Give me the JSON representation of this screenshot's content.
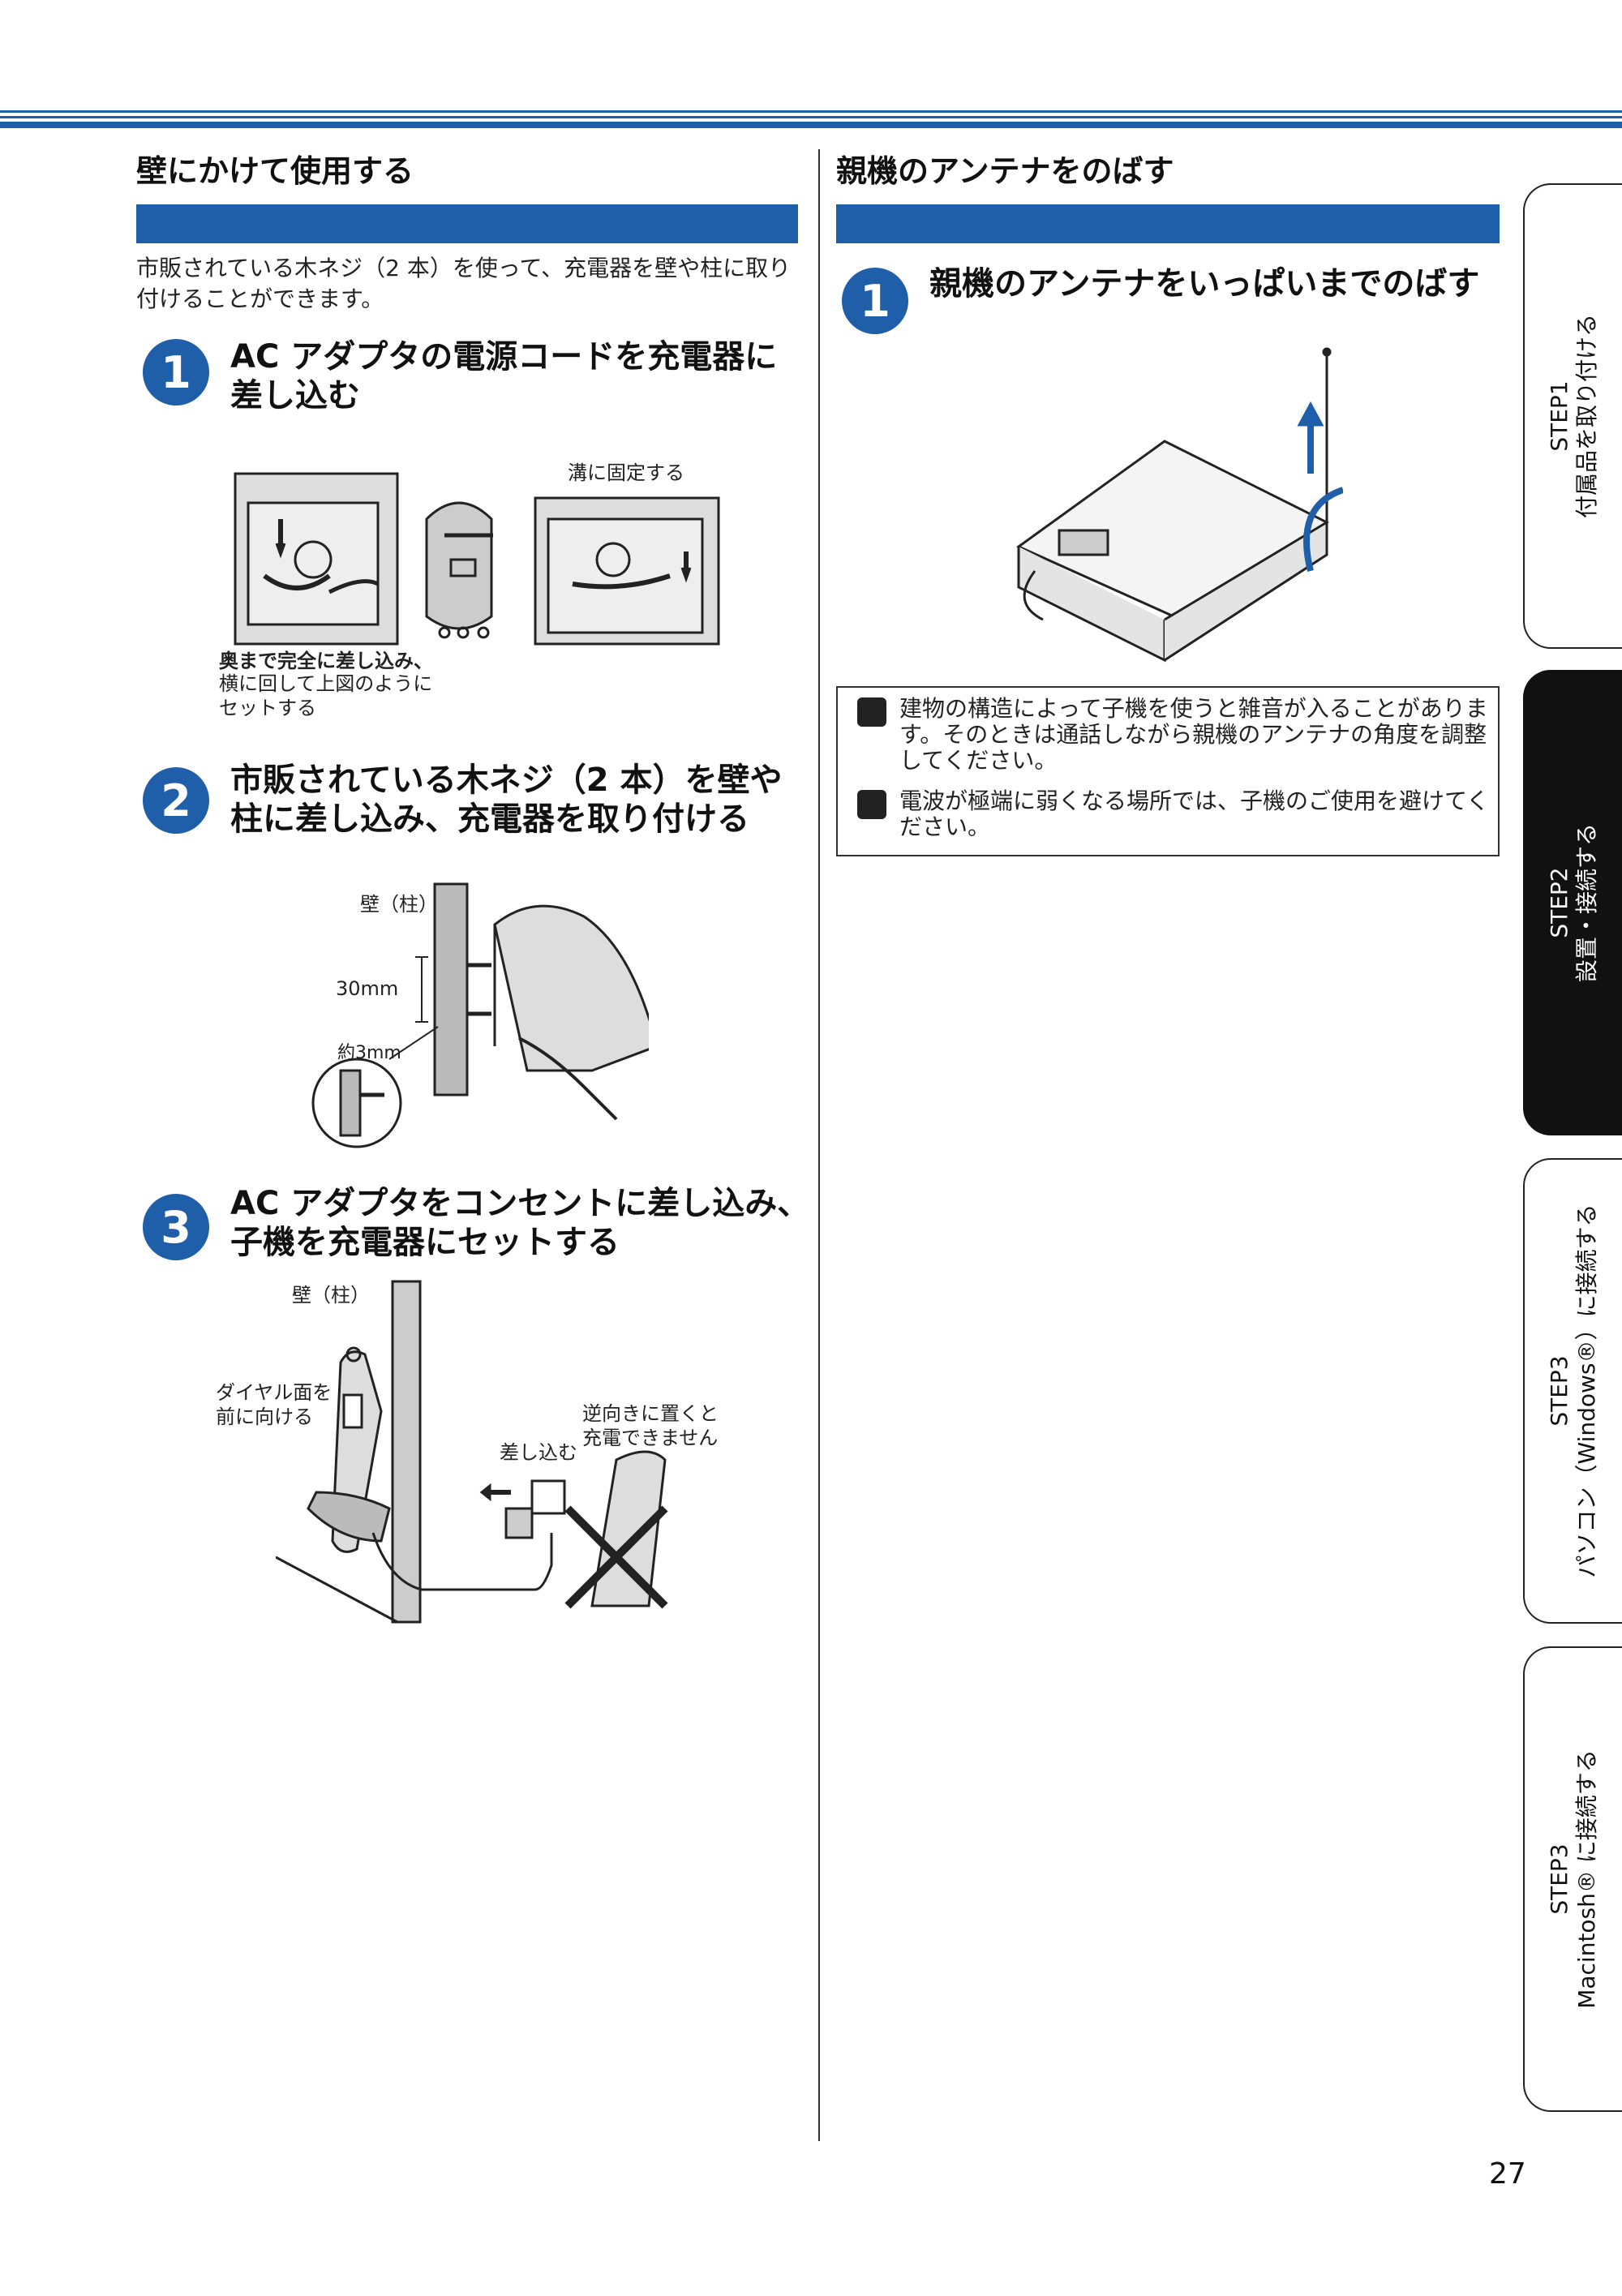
{
  "left": {
    "title": "壁にかけて使用する",
    "intro": "市販されている木ネジ（2 本）を使って、充電器を壁や柱に取り付けることができます。",
    "steps": [
      {
        "num": "1",
        "line1": "AC アダプタの電源コードを充電器に",
        "line2": "差し込む"
      },
      {
        "num": "2",
        "line1": "市販されている木ネジ（2 本）を壁や",
        "line2": "柱に差し込み、充電器を取り付ける"
      },
      {
        "num": "3",
        "line1": "AC アダプタをコンセントに差し込み、",
        "line2": "子機を充電器にセットする"
      }
    ],
    "fig1": {
      "label_top": "溝に固定する",
      "caption_line1": "奥まで完全に差し込み、",
      "caption_line2": "横に回して上図のように",
      "caption_line3": "セットする"
    },
    "fig2": {
      "wall": "壁（柱）",
      "dim": "30mm",
      "approx": "約3mm"
    },
    "fig3": {
      "wall": "壁（柱）",
      "dial_line1": "ダイヤル面を",
      "dial_line2": "前に向ける",
      "plug": "差し込む",
      "reverse_line1": "逆向きに置くと",
      "reverse_line2": "充電できません"
    }
  },
  "right": {
    "title": "親機のアンテナをのばす",
    "step": {
      "num": "1",
      "text": "親機のアンテナをいっぱいまでのばす"
    },
    "notes": [
      "建物の構造によって子機を使うと雑音が入ることがあります。そのときは通話しながら親機のアンテナの角度を調整してください。",
      "電波が極端に弱くなる場所では、子機のご使用を避けてください。"
    ]
  },
  "tabs": [
    {
      "line1": "STEP1",
      "line2": "付属品を取り付ける"
    },
    {
      "line1": "STEP2",
      "line2": "設置・接続する"
    },
    {
      "line1": "STEP3",
      "line2": "パソコン（Windows®）に接続する"
    },
    {
      "line1": "STEP3",
      "line2": "Macintosh® に接続する"
    }
  ],
  "page_number": "27",
  "colors": {
    "accent": "#1f5ea8",
    "active_tab": "#111111"
  }
}
